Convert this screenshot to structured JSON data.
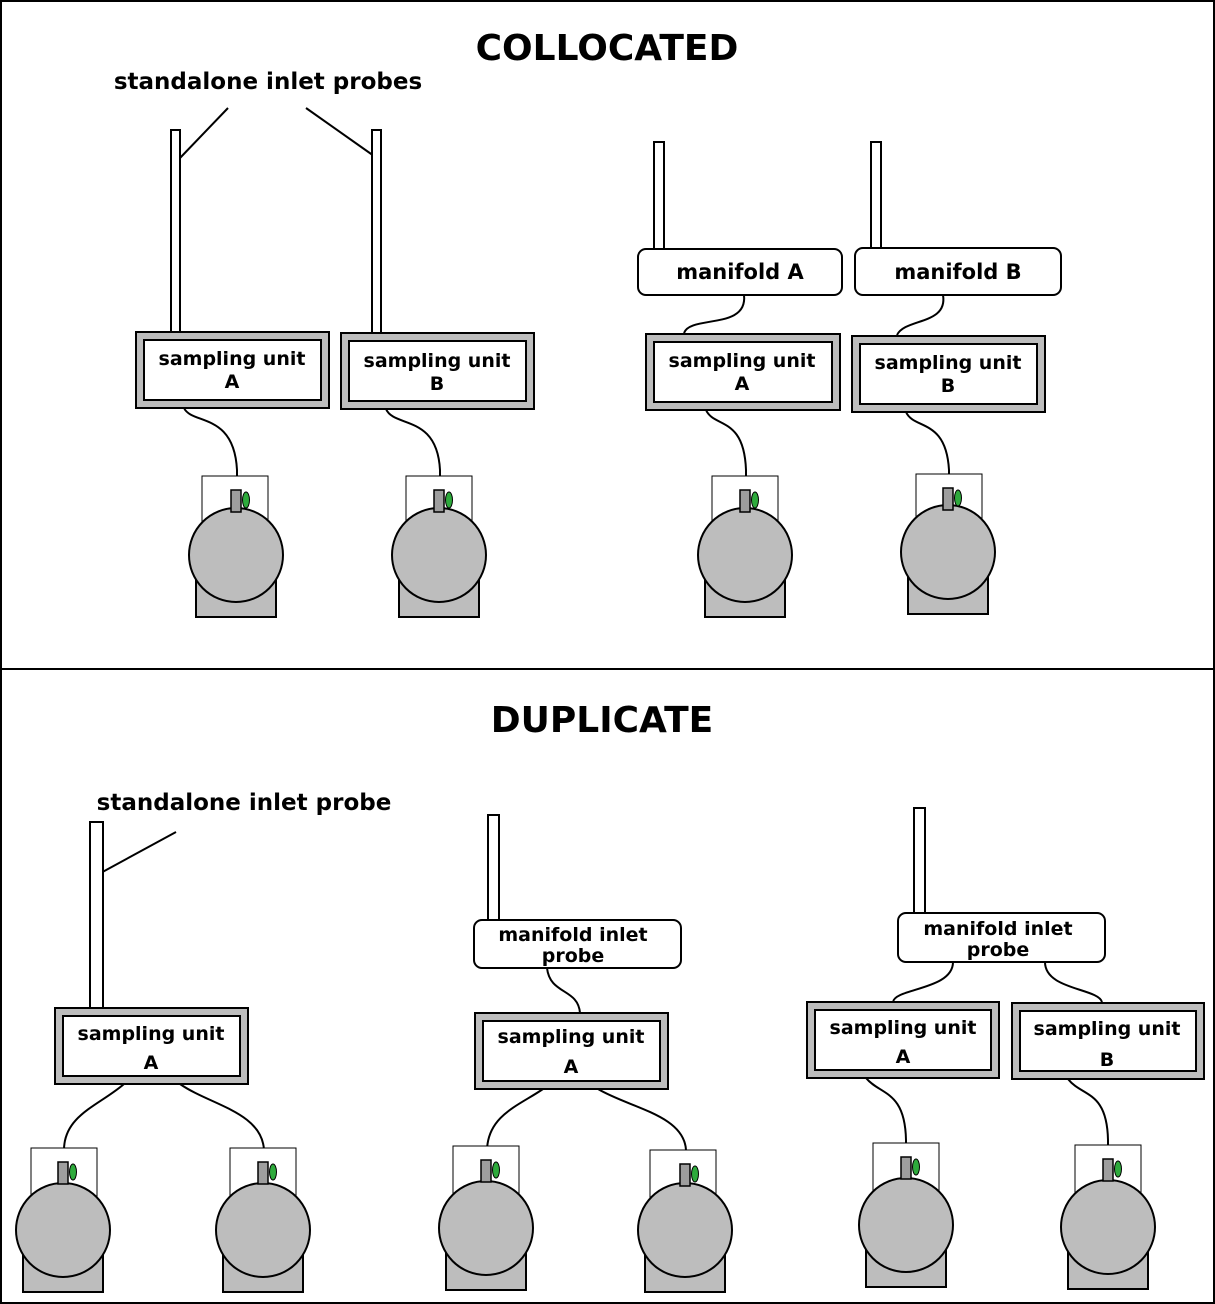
{
  "panels": {
    "top": {
      "title": "COLLOCATED",
      "callout": "standalone inlet probes",
      "units": [
        "sampling unit",
        "sampling unit",
        "sampling unit",
        "sampling unit"
      ],
      "unit_letters": [
        "A",
        "B",
        "A",
        "B"
      ],
      "manifolds": [
        "manifold A",
        "manifold B"
      ]
    },
    "bottom": {
      "title": "DUPLICATE",
      "callout": "standalone inlet probe",
      "units": [
        "sampling unit",
        "sampling unit",
        "sampling unit",
        "sampling unit"
      ],
      "unit_letters": [
        "A",
        "A",
        "A",
        "B"
      ],
      "manifold_lines": [
        [
          "manifold inlet",
          "probe"
        ],
        [
          "manifold inlet",
          "probe"
        ]
      ]
    }
  },
  "colors": {
    "border": "#000000",
    "unit_frame": "#bdbdbd",
    "canister": "#bdbdbd",
    "valve": "#9e9e9e",
    "valve_knob": "#2eaa3c"
  },
  "icons": {
    "canister": "canister-icon",
    "valve": "valve-icon"
  }
}
